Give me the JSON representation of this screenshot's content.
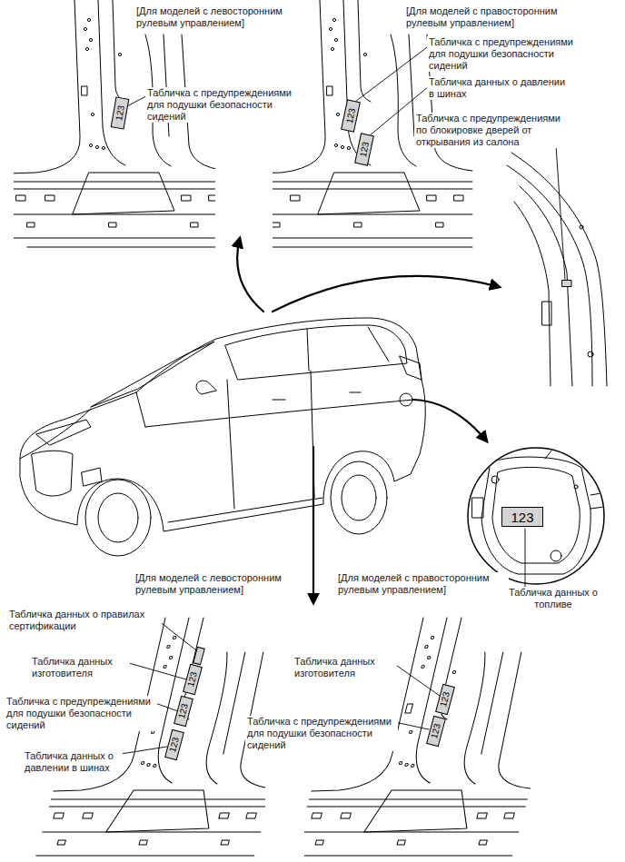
{
  "diagram": {
    "nodes": [
      {
        "text": [
          "123"
        ]
      },
      {
        "text": [
          "123"
        ]
      },
      {
        "text": [
          "123"
        ]
      },
      {
        "text": [
          "123"
        ]
      },
      {
        "text": [
          "123"
        ]
      },
      {
        "text": [
          "123"
        ]
      },
      {
        "text": [
          "123"
        ]
      },
      {
        "text": [
          "123"
        ]
      },
      {
        "text": [
          "123"
        ]
      }
    ],
    "labels": [
      "[Для моделей с левосторонним рулевым управлением]",
      "Табличка с предупреждениями для подушки безопасности сидений",
      "[Для моделей с правосторонним рулевым управлением]",
      "Табличка с предупреждениями для подушки безопасности сидений",
      "Табличка данных о давлении в шинах",
      "Табличка с предупреждениями по блокировке дверей от открывания из салона",
      "Табличка данных о топливе",
      "[Для моделей с левосторонним рулевым управлением]",
      "Табличка данных о правилах сертификации",
      "Табличка данных изготовителя",
      "Табличка с предупреждениями для подушки безопасности сидений",
      "Табличка данных о давлении в шинах",
      "[Для моделей с правосторонним рулевым управлением]",
      "Табличка данных изготовителя",
      "Табличка с предупреждениями для подушки безопасности сидений"
    ]
  }
}
